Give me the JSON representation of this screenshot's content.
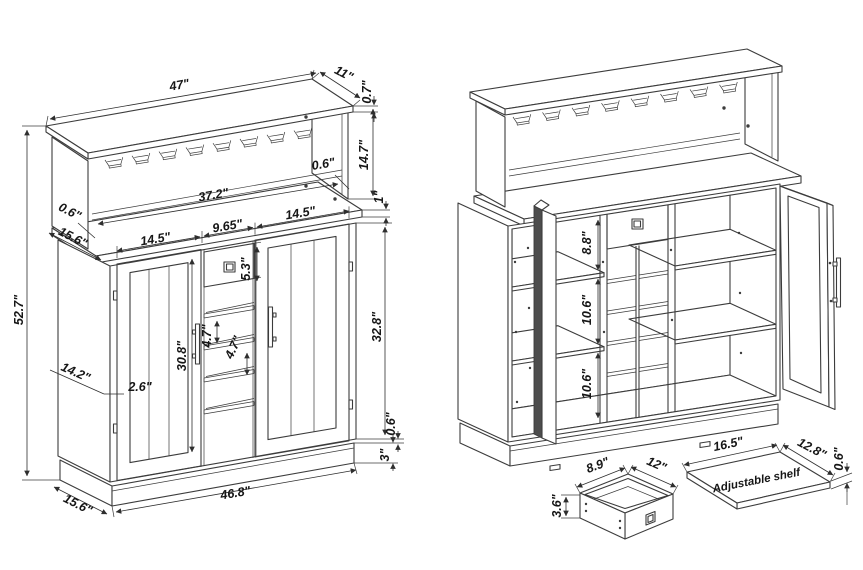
{
  "colors": {
    "line": "#3c3c3c",
    "text": "#161616",
    "background": "#ffffff",
    "dark_edge": "#4d4d4d"
  },
  "closed_view": {
    "hutch": {
      "width": "47\"",
      "depth": "11\"",
      "top_thickness": "0.7\"",
      "height": "14.7\"",
      "back_panel_thickness": "0.6\"",
      "inner_width": "37.2\"",
      "back_gap": "0.6\"",
      "counter_depth": "15.6\"",
      "counter_thickness": "1\""
    },
    "cabinet": {
      "total_height": "52.7\"",
      "side_depth": "14.2\"",
      "stile_width": "2.6\"",
      "left_door_width": "14.5\"",
      "center_width": "9.65\"",
      "right_door_width": "14.5\"",
      "drawer_front_height": "5.3\"",
      "door_height": "30.8\"",
      "cubby_gap_a": "4.7\"",
      "cubby_gap_b": "4.7\"",
      "body_height": "32.8\"",
      "bottom_gap": "0.6\"",
      "base_height": "3\"",
      "base_width": "46.8\"",
      "base_depth": "15.6\""
    }
  },
  "open_view": {
    "top_gap": "8.8\"",
    "middle_gap": "10.6\"",
    "bottom_gap": "10.6\""
  },
  "drawer_detail": {
    "width": "8.9\"",
    "depth": "12\"",
    "height": "3.6\""
  },
  "shelf_detail": {
    "label": "Adjustable shelf",
    "width": "16.5\"",
    "depth": "12.8\"",
    "thickness": "0.6\""
  }
}
